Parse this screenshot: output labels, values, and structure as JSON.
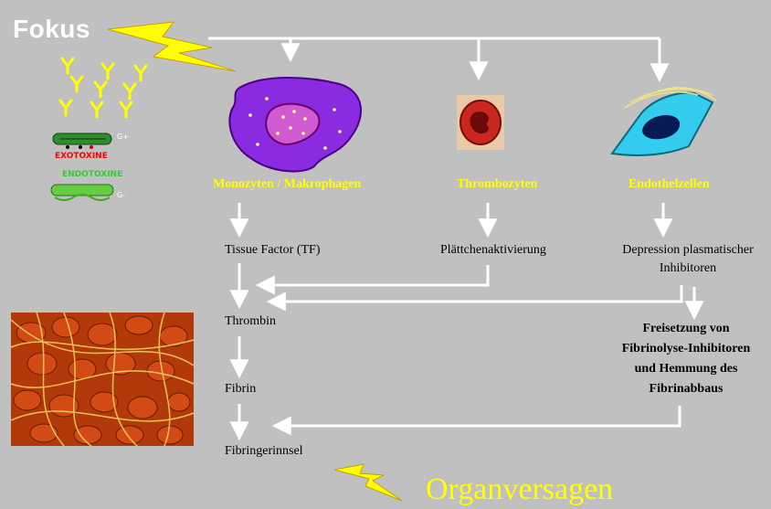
{
  "title": "Fokus",
  "cells": {
    "monocytes": "Monozyten / Makrophagen",
    "platelets": "Thrombozyten",
    "endothelium": "Endothelzellen"
  },
  "toxins": {
    "exo": "EXOTOXINE",
    "endo": "ENDOTOXINE"
  },
  "steps": {
    "tissue_factor": "Tissue Factor (TF)",
    "platelet_activation": "Plättchenaktivierung",
    "depression_line1": "Depression plasmatischer",
    "depression_line2": "Inhibitoren",
    "thrombin": "Thrombin",
    "fibrin": "Fibrin",
    "clot": "Fibringerinnsel",
    "release_line1": "Freisetzung von",
    "release_line2": "Fibrinolyse-Inhibitoren",
    "release_line3": "und Hemmung des",
    "release_line4": "Fibrinabbaus"
  },
  "outcome": "Organversagen",
  "colors": {
    "background": "#c0c0c0",
    "label_yellow": "#ffff00",
    "lightning": "#ffff00",
    "macrophage": "#8a2be2",
    "endothelial": "#33ccee"
  }
}
